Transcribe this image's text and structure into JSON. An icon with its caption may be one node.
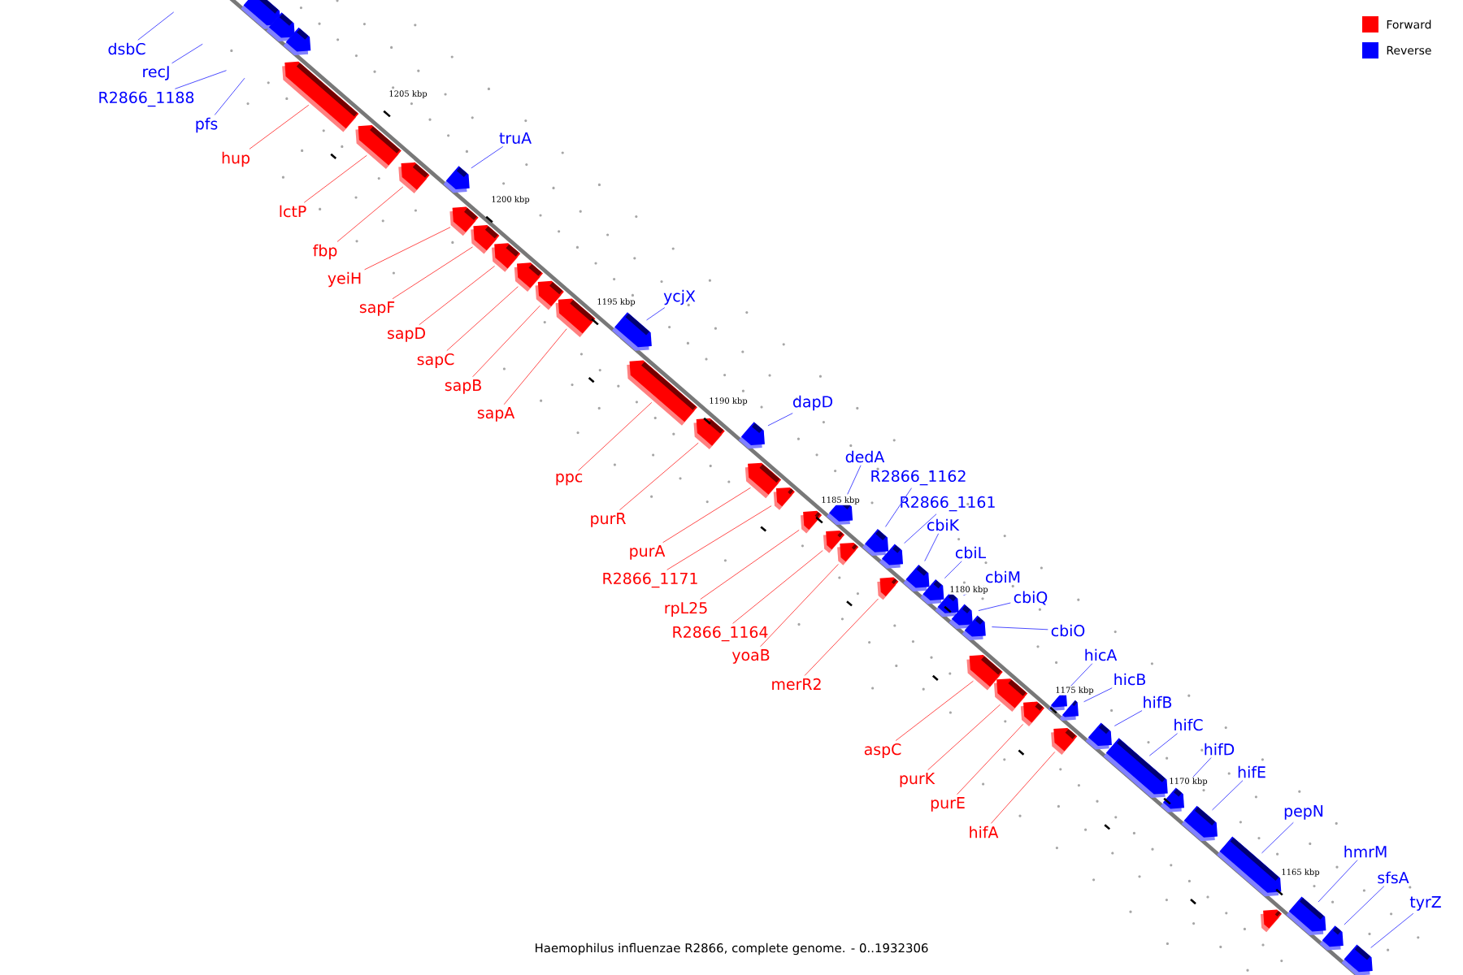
{
  "diagram": {
    "caption": "Haemophilus influenzae R2866, complete genome. - 0..1932306",
    "nodes": [
      {
        "text": [
          "dsbC"
        ]
      },
      {
        "text": [
          "recJ"
        ]
      },
      {
        "text": [
          "R2866_1188"
        ]
      },
      {
        "text": [
          "pfs"
        ]
      },
      {
        "text": [],
        "shape": "arrow"
      },
      {
        "text": [],
        "shape": "arrow"
      },
      {
        "text": [],
        "shape": "arrow"
      },
      {
        "text": [
          "hup"
        ]
      },
      {
        "text": [],
        "shape": "arrow"
      },
      {
        "text": [
          "lctP"
        ]
      },
      {
        "text": [],
        "shape": "arrow"
      },
      {
        "text": [
          "fbp"
        ]
      },
      {
        "text": [],
        "shape": "arrow"
      },
      {
        "text": [
          "truA"
        ]
      },
      {
        "text": [],
        "shape": "arrow"
      },
      {
        "text": [
          "yeiH"
        ]
      },
      {
        "text": [],
        "shape": "arrow"
      },
      {
        "text": [
          "sapF"
        ]
      },
      {
        "text": [],
        "shape": "arrow"
      },
      {
        "text": [
          "sapD"
        ]
      },
      {
        "text": [],
        "shape": "arrow"
      },
      {
        "text": [
          "sapC"
        ]
      },
      {
        "text": [],
        "shape": "arrow"
      },
      {
        "text": [
          "sapB"
        ]
      },
      {
        "text": [],
        "shape": "arrow"
      },
      {
        "text": [
          "sapA"
        ]
      },
      {
        "text": [],
        "shape": "arrow"
      },
      {
        "text": [
          "ycjX"
        ]
      },
      {
        "text": [],
        "shape": "arrow"
      },
      {
        "text": [
          "ppc"
        ]
      },
      {
        "text": [],
        "shape": "arrow"
      },
      {
        "text": [
          "purR"
        ]
      },
      {
        "text": [],
        "shape": "arrow"
      },
      {
        "text": [
          "dapD"
        ]
      },
      {
        "text": [],
        "shape": "arrow"
      },
      {
        "text": [
          "purA"
        ]
      },
      {
        "text": [],
        "shape": "arrow"
      },
      {
        "text": [
          "R2866_1171"
        ]
      },
      {
        "text": [],
        "shape": "arrow"
      },
      {
        "text": [
          "dedA"
        ]
      },
      {
        "text": [],
        "shape": "arrow"
      },
      {
        "text": [
          "rpL25"
        ]
      },
      {
        "text": [],
        "shape": "arrow"
      },
      {
        "text": [
          "R2866_1162"
        ]
      },
      {
        "text": [],
        "shape": "arrow"
      },
      {
        "text": [
          "R2866_1164"
        ]
      },
      {
        "text": [],
        "shape": "arrow"
      },
      {
        "text": [
          "yoaB"
        ]
      },
      {
        "text": [],
        "shape": "arrow"
      },
      {
        "text": [
          "R2866_1161"
        ]
      },
      {
        "text": [],
        "shape": "arrow"
      },
      {
        "text": [
          "cbiK"
        ]
      },
      {
        "text": [],
        "shape": "arrow"
      },
      {
        "text": [
          "cbiL"
        ]
      },
      {
        "text": [],
        "shape": "arrow"
      },
      {
        "text": [
          "cbiM"
        ]
      },
      {
        "text": [],
        "shape": "arrow"
      },
      {
        "text": [
          "cbiQ"
        ]
      },
      {
        "text": [],
        "shape": "arrow"
      },
      {
        "text": [
          "cbiO"
        ]
      },
      {
        "text": [],
        "shape": "arrow"
      },
      {
        "text": [
          "merR2"
        ]
      },
      {
        "text": [],
        "shape": "arrow"
      },
      {
        "text": [
          "aspC"
        ]
      },
      {
        "text": [],
        "shape": "arrow"
      },
      {
        "text": [
          "hicA"
        ]
      },
      {
        "text": [],
        "shape": "arrow"
      },
      {
        "text": [
          "hicB"
        ]
      },
      {
        "text": [],
        "shape": "arrow"
      },
      {
        "text": [
          "purK"
        ]
      },
      {
        "text": [],
        "shape": "arrow"
      },
      {
        "text": [
          "purE"
        ]
      },
      {
        "text": [],
        "shape": "arrow"
      },
      {
        "text": [
          "hifB"
        ]
      },
      {
        "text": [],
        "shape": "arrow"
      },
      {
        "text": [
          "hifA"
        ]
      },
      {
        "text": [],
        "shape": "arrow"
      },
      {
        "text": [
          "hifC"
        ]
      },
      {
        "text": [],
        "shape": "arrow"
      },
      {
        "text": [
          "hifD"
        ]
      },
      {
        "text": [],
        "shape": "arrow"
      },
      {
        "text": [
          "hifE"
        ]
      },
      {
        "text": [],
        "shape": "arrow"
      },
      {
        "text": [
          "pepN"
        ]
      },
      {
        "text": [],
        "shape": "arrow"
      },
      {
        "text": [],
        "shape": "arrow"
      },
      {
        "text": [
          "hmrM"
        ]
      },
      {
        "text": [],
        "shape": "arrow"
      },
      {
        "text": [
          "sfsA"
        ]
      },
      {
        "text": [],
        "shape": "arrow"
      },
      {
        "text": [
          "tyrZ"
        ]
      },
      {
        "text": [],
        "shape": "arrow"
      }
    ],
    "edges": [
      {
        "from": 0,
        "to": null,
        "arrow": "none",
        "color": "#4c4cff"
      },
      {
        "from": 1,
        "to": null,
        "arrow": "none",
        "color": "#4c4cff"
      },
      {
        "from": 2,
        "to": null,
        "arrow": "none",
        "color": "#4c4cff"
      },
      {
        "from": 3,
        "to": null,
        "arrow": "none",
        "color": "#4c4cff"
      },
      {
        "from": 7,
        "to": 8,
        "arrow": "none",
        "color": "#ff4c4c"
      },
      {
        "from": 9,
        "to": 10,
        "arrow": "none",
        "color": "#ff4c4c"
      },
      {
        "from": 11,
        "to": 12,
        "arrow": "none",
        "color": "#ff4c4c"
      },
      {
        "from": 13,
        "to": 14,
        "arrow": "none",
        "color": "#4c4cff"
      },
      {
        "from": 15,
        "to": 16,
        "arrow": "none",
        "color": "#ff4c4c"
      },
      {
        "from": 17,
        "to": 18,
        "arrow": "none",
        "color": "#ff4c4c"
      },
      {
        "from": 19,
        "to": 20,
        "arrow": "none",
        "color": "#ff4c4c"
      },
      {
        "from": 21,
        "to": 22,
        "arrow": "none",
        "color": "#ff4c4c"
      },
      {
        "from": 23,
        "to": 24,
        "arrow": "none",
        "color": "#ff4c4c"
      },
      {
        "from": 25,
        "to": 26,
        "arrow": "none",
        "color": "#ff4c4c"
      },
      {
        "from": 27,
        "to": 28,
        "arrow": "none",
        "color": "#4c4cff"
      },
      {
        "from": 29,
        "to": 30,
        "arrow": "none",
        "color": "#ff4c4c"
      },
      {
        "from": 31,
        "to": 32,
        "arrow": "none",
        "color": "#ff4c4c"
      },
      {
        "from": 33,
        "to": 34,
        "arrow": "none",
        "color": "#4c4cff"
      },
      {
        "from": 35,
        "to": 36,
        "arrow": "none",
        "color": "#ff4c4c"
      },
      {
        "from": 37,
        "to": 38,
        "arrow": "none",
        "color": "#ff4c4c"
      },
      {
        "from": 39,
        "to": 40,
        "arrow": "none",
        "color": "#4c4cff"
      },
      {
        "from": 41,
        "to": 42,
        "arrow": "none",
        "color": "#ff4c4c"
      },
      {
        "from": 43,
        "to": 44,
        "arrow": "none",
        "color": "#4c4cff"
      },
      {
        "from": 45,
        "to": 46,
        "arrow": "none",
        "color": "#ff4c4c"
      },
      {
        "from": 47,
        "to": 48,
        "arrow": "none",
        "color": "#ff4c4c"
      },
      {
        "from": 49,
        "to": 50,
        "arrow": "none",
        "color": "#4c4cff"
      },
      {
        "from": 51,
        "to": 52,
        "arrow": "none",
        "color": "#4c4cff"
      },
      {
        "from": 53,
        "to": 54,
        "arrow": "none",
        "color": "#4c4cff"
      },
      {
        "from": 55,
        "to": 56,
        "arrow": "none",
        "color": "#4c4cff"
      },
      {
        "from": 57,
        "to": 58,
        "arrow": "none",
        "color": "#4c4cff"
      },
      {
        "from": 59,
        "to": 60,
        "arrow": "none",
        "color": "#4c4cff"
      },
      {
        "from": 61,
        "to": 62,
        "arrow": "none",
        "color": "#ff4c4c"
      },
      {
        "from": 63,
        "to": 64,
        "arrow": "none",
        "color": "#ff4c4c"
      },
      {
        "from": 65,
        "to": 66,
        "arrow": "none",
        "color": "#4c4cff"
      },
      {
        "from": 67,
        "to": 68,
        "arrow": "none",
        "color": "#4c4cff"
      },
      {
        "from": 69,
        "to": 70,
        "arrow": "none",
        "color": "#ff4c4c"
      },
      {
        "from": 71,
        "to": 72,
        "arrow": "none",
        "color": "#ff4c4c"
      },
      {
        "from": 73,
        "to": 74,
        "arrow": "none",
        "color": "#4c4cff"
      },
      {
        "from": 75,
        "to": 76,
        "arrow": "none",
        "color": "#ff4c4c"
      },
      {
        "from": 77,
        "to": 78,
        "arrow": "none",
        "color": "#4c4cff"
      },
      {
        "from": 79,
        "to": 80,
        "arrow": "none",
        "color": "#4c4cff"
      },
      {
        "from": 81,
        "to": 82,
        "arrow": "none",
        "color": "#4c4cff"
      },
      {
        "from": 83,
        "to": 84,
        "arrow": "none",
        "color": "#4c4cff"
      },
      {
        "from": 86,
        "to": 87,
        "arrow": "none",
        "color": "#4c4cff"
      },
      {
        "from": 88,
        "to": 89,
        "arrow": "none",
        "color": "#4c4cff"
      },
      {
        "from": 90,
        "to": 91,
        "arrow": "none",
        "color": "#4c4cff"
      }
    ],
    "labels": [
      "1205 kbp",
      "1200 kbp",
      "1195 kbp",
      "1190 kbp",
      "1185 kbp",
      "1180 kbp",
      "1175 kbp",
      "1170 kbp",
      "1165 kbp"
    ],
    "legend": [
      {
        "text": "Forward",
        "color": "#ff0000"
      },
      {
        "text": "Reverse",
        "color": "#0000ff"
      }
    ]
  }
}
